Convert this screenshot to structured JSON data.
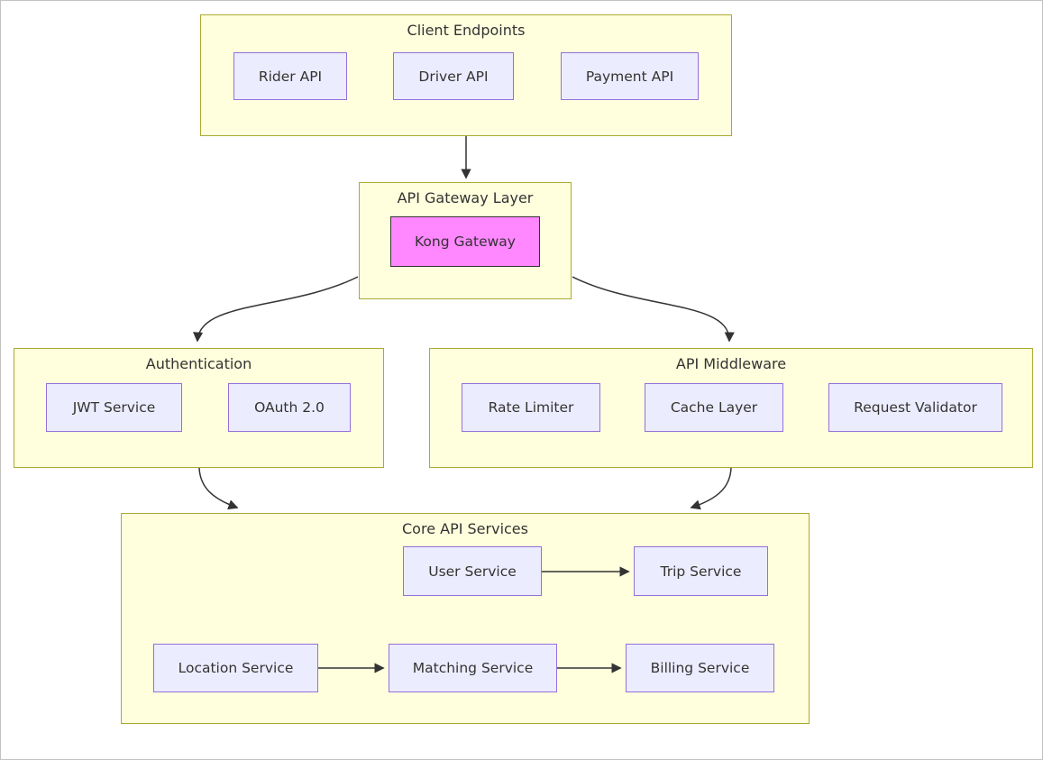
{
  "diagram": {
    "type": "flowchart-architecture",
    "clusters": [
      {
        "title": "Client Endpoints",
        "nodes": [
          {
            "label": "Rider API"
          },
          {
            "label": "Driver API"
          },
          {
            "label": "Payment API"
          }
        ]
      },
      {
        "title": "API Gateway Layer",
        "nodes": [
          {
            "label": "Kong Gateway",
            "highlighted": true
          }
        ]
      },
      {
        "title": "Authentication",
        "nodes": [
          {
            "label": "JWT Service"
          },
          {
            "label": "OAuth 2.0"
          }
        ]
      },
      {
        "title": "API Middleware",
        "nodes": [
          {
            "label": "Rate Limiter"
          },
          {
            "label": "Cache Layer"
          },
          {
            "label": "Request Validator"
          }
        ]
      },
      {
        "title": "Core API Services",
        "nodes": [
          {
            "label": "User Service"
          },
          {
            "label": "Trip Service"
          },
          {
            "label": "Location Service"
          },
          {
            "label": "Matching Service"
          },
          {
            "label": "Billing Service"
          }
        ]
      }
    ],
    "edges": [
      {
        "from": "Client Endpoints",
        "to": "API Gateway Layer"
      },
      {
        "from": "API Gateway Layer",
        "to": "Authentication"
      },
      {
        "from": "API Gateway Layer",
        "to": "API Middleware"
      },
      {
        "from": "Authentication",
        "to": "Core API Services"
      },
      {
        "from": "API Middleware",
        "to": "Core API Services"
      },
      {
        "from": "User Service",
        "to": "Trip Service"
      },
      {
        "from": "Location Service",
        "to": "Matching Service"
      },
      {
        "from": "Matching Service",
        "to": "Billing Service"
      }
    ],
    "colors": {
      "cluster_fill": "#ffffde",
      "cluster_border": "#aaaa33",
      "node_fill": "#ececff",
      "node_border": "#9370db",
      "highlight_fill": "#ff87ff",
      "highlight_border": "#333333",
      "edge": "#333333",
      "text": "#333333",
      "canvas_border": "#c2c2c2"
    }
  }
}
